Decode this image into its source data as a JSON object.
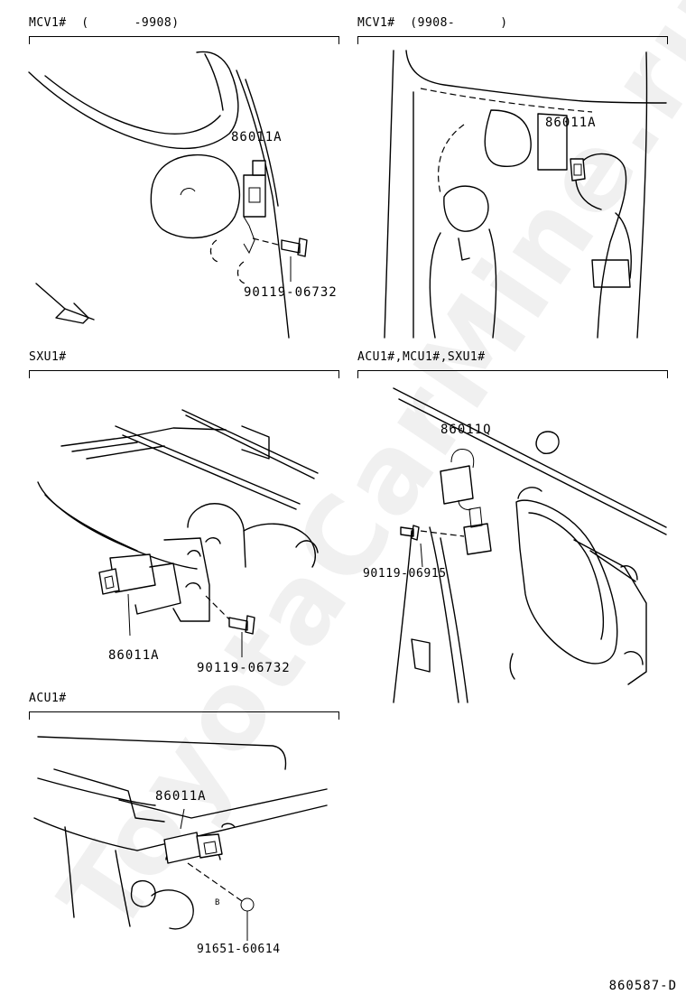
{
  "panels": {
    "mcv_early": {
      "title": "MCV1#  (      -9908)",
      "part": "86011A",
      "bolt": "90119-06732"
    },
    "mcv_late": {
      "title": "MCV1#  (9908-      )",
      "part": "86011A"
    },
    "sxu": {
      "title": "SXU1#",
      "part": "86011A",
      "bolt": "90119-06732"
    },
    "acu_mcu_sxu": {
      "title": "ACU1#,MCU1#,SXU1#",
      "part": "86011Q",
      "bolt": "90119-06915"
    },
    "acu": {
      "title": "ACU1#",
      "part": "86011A",
      "callout": "B",
      "clip": "91651-60614"
    }
  },
  "watermark": "ToyotaCarMine.ru",
  "diagram_code": "860587-D"
}
